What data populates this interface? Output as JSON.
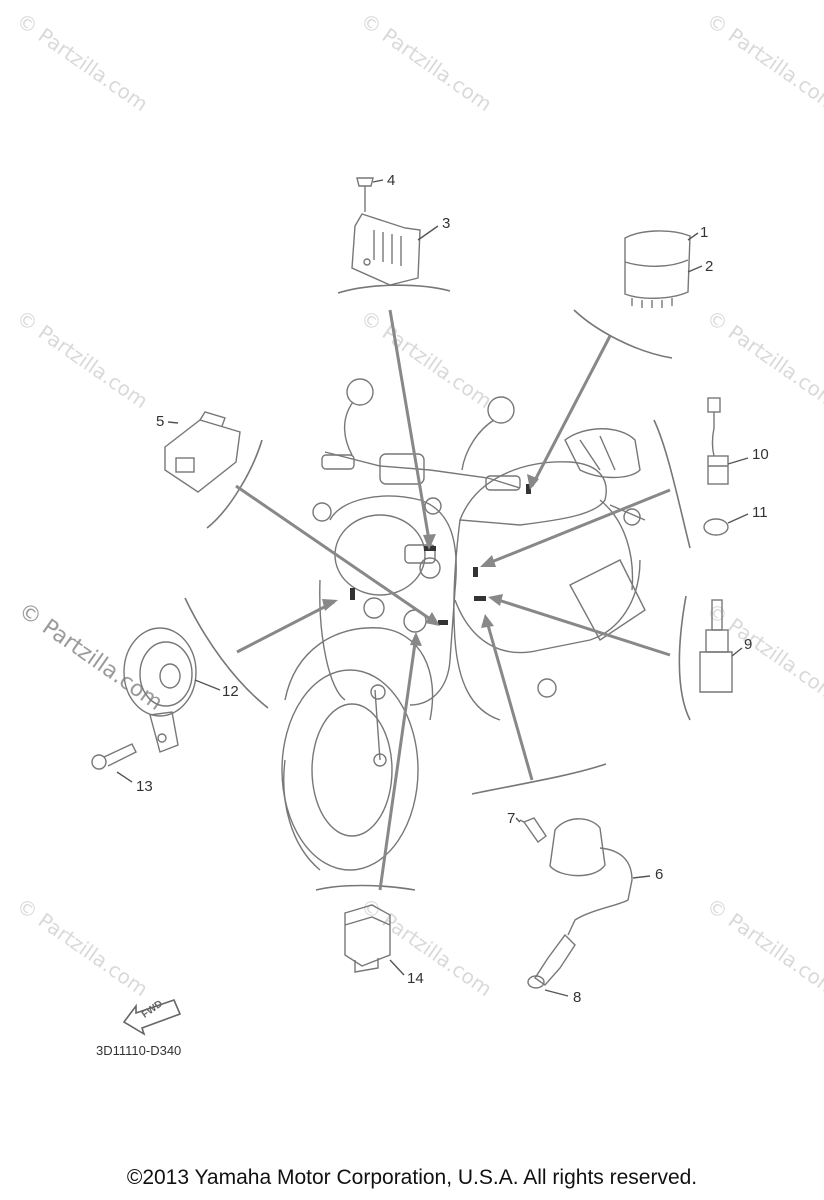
{
  "watermark": "© Partzilla.com",
  "callouts": [
    "1",
    "2",
    "3",
    "4",
    "5",
    "6",
    "7",
    "8",
    "9",
    "10",
    "11",
    "12",
    "13",
    "14"
  ],
  "drawing_code": "3D11110-D340",
  "fwd_label": "FWD",
  "copyright": "©2013  Yamaha Motor Corporation, U.S.A. All rights reserved."
}
